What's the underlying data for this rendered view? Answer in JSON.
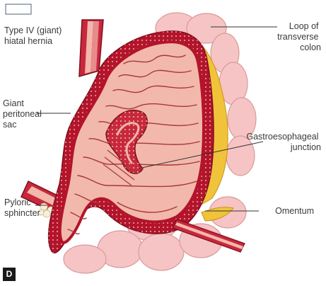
{
  "figure": {
    "panel_letter": "D",
    "labels": {
      "hernia_type": [
        "Type IV (giant)",
        "hiatal hernia"
      ],
      "peritoneal_sac": [
        "Giant",
        "peritoneal",
        "sac"
      ],
      "pyloric_sphincter": [
        "Pyloric",
        "sphincter"
      ],
      "transverse_colon": [
        "Loop of",
        "transverse",
        "colon"
      ],
      "ge_junction": [
        "Gastroesophageal",
        "junction"
      ],
      "omentum": [
        "Omentum"
      ]
    },
    "colors": {
      "sac_wall": "#b3142b",
      "stomach_mucosa": "#f2b8ab",
      "mucosa_fold": "#a8353b",
      "colon": "#f6c4c4",
      "omentum": "#f0c33a",
      "leader_line": "#333333"
    }
  }
}
